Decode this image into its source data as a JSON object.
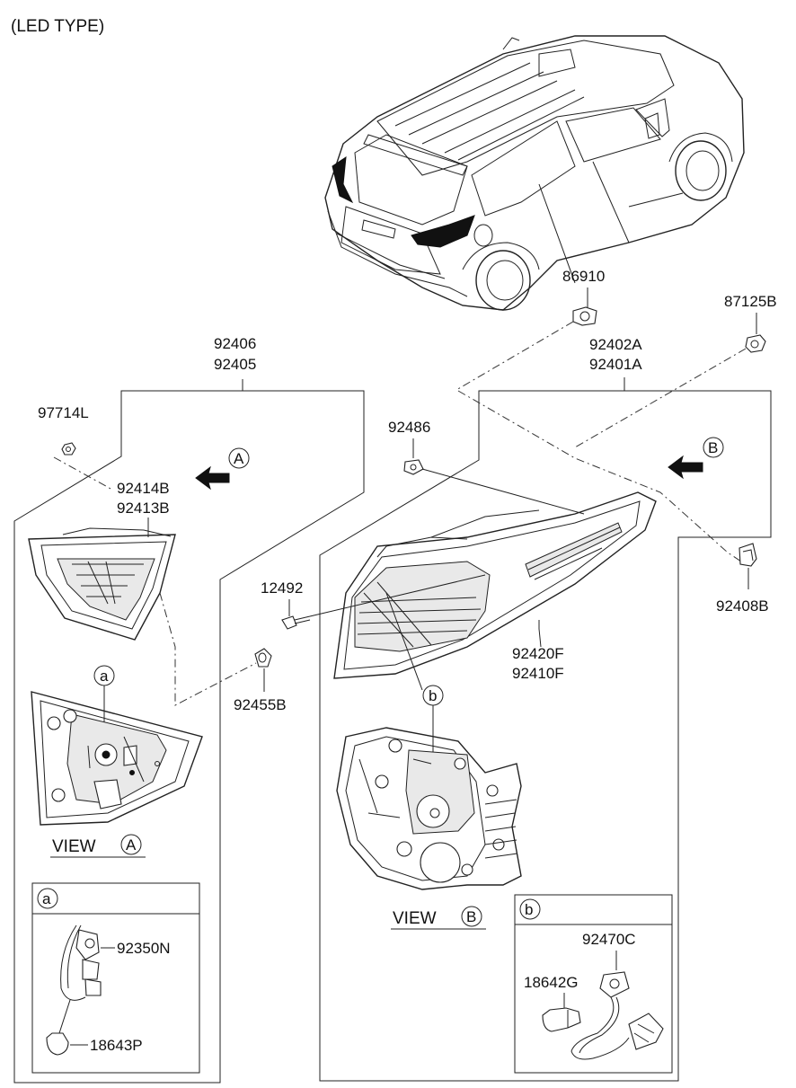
{
  "header": {
    "title": "(LED TYPE)"
  },
  "labels": {
    "p86910": "86910",
    "p87125B": "87125B",
    "p92406": "92406",
    "p92405": "92405",
    "p92402A": "92402A",
    "p92401A": "92401A",
    "p97714L": "97714L",
    "p92486": "92486",
    "p92414B": "92414B",
    "p92413B": "92413B",
    "p12492": "12492",
    "p92408B": "92408B",
    "p92420F": "92420F",
    "p92410F": "92410F",
    "p92455B": "92455B",
    "p92350N": "92350N",
    "p18643P": "18643P",
    "p92470C": "92470C",
    "p18642G": "18642G"
  },
  "callouts": {
    "a": "a",
    "b": "b",
    "A": "A",
    "B": "B"
  },
  "views": {
    "view_text": "VIEW",
    "view_a_letter": "A",
    "view_b_letter": "B"
  },
  "detail_boxes": {
    "box_a": "a",
    "box_b": "b"
  }
}
